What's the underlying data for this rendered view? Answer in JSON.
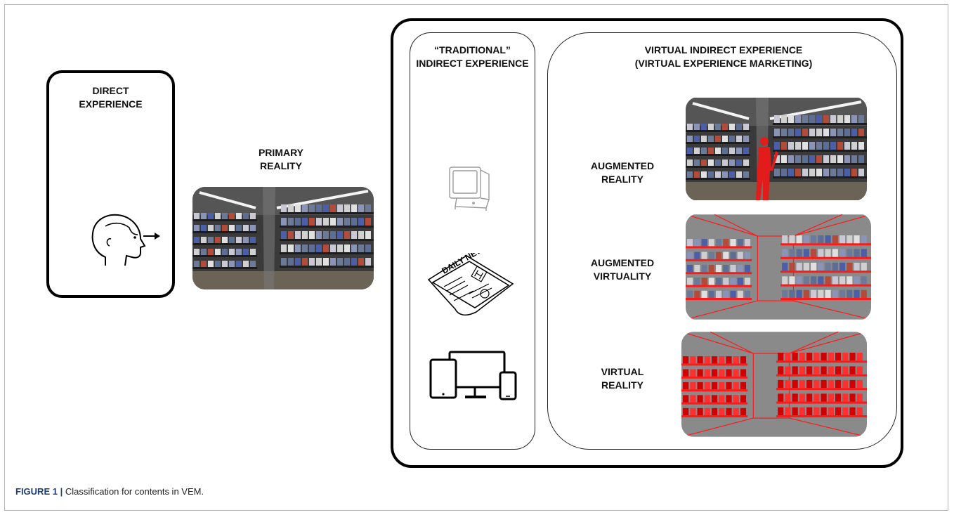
{
  "labels": {
    "direct": [
      "DIRECT",
      "EXPERIENCE"
    ],
    "primary": [
      "PRIMARY",
      "REALITY"
    ],
    "traditional": [
      "“TRADITIONAL”",
      "INDIRECT EXPERIENCE"
    ],
    "virtual": [
      "VIRTUAL INDIRECT EXPERIENCE",
      "(VIRTUAL EXPERIENCE MARKETING)"
    ],
    "augmented_reality": [
      "AUGMENTED",
      "REALITY"
    ],
    "augmented_virtuality": [
      "AUGMENTED",
      "VIRTUALITY"
    ],
    "virtual_reality": [
      "VIRTUAL",
      "REALITY"
    ]
  },
  "newspaper_text": "DAILY NEWS",
  "caption": {
    "tag": "FIGURE 1 |",
    "text": " Classification for contents in VEM."
  },
  "colors": {
    "border": "#000000",
    "store_dark": "#2e2e2e",
    "wireframe_red": "#ff1a1a",
    "caption_tag": "#1a3f7a"
  },
  "icons": [
    "head-icon",
    "crt-monitor-icon",
    "newspaper-icon",
    "devices-icon"
  ]
}
